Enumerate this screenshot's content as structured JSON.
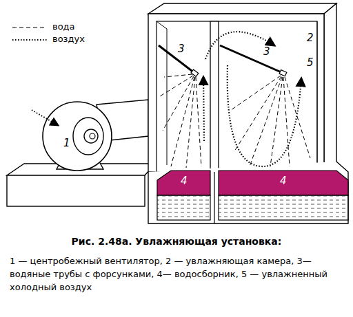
{
  "diagram": {
    "title": "Рис. 2.48а. Увлажняющая установка:",
    "caption": "1 — центробежный вентилятор, 2 — увлажняющая камера, 3— водяные трубы с форсунками, 4— водосборник, 5 — увлажненный холодный воздух",
    "labels": [
      "1",
      "2",
      "3",
      "3",
      "4",
      "4",
      "5"
    ],
    "legend": [
      {
        "text": "вода"
      },
      {
        "text": "воздух"
      }
    ]
  }
}
